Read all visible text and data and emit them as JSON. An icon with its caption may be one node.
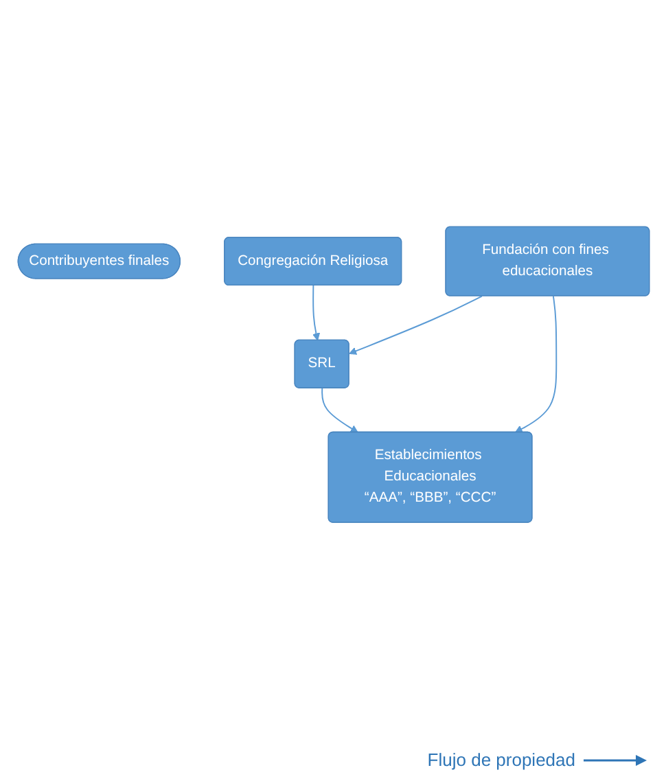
{
  "diagram": {
    "nodes": [
      {
        "text": [
          "Contribuyentes finales"
        ]
      },
      {
        "text": [
          "Congregación Religiosa"
        ]
      },
      {
        "text": [
          "Fundación con fines educacionales"
        ]
      },
      {
        "text": [
          "SRL"
        ]
      },
      {
        "text": [
          "Establecimientos Educacionales",
          "“AAA”, “BBB”, “CCC”"
        ]
      }
    ],
    "edges": [
      {
        "from": 1,
        "to": 3,
        "arrow": "to"
      },
      {
        "from": 2,
        "to": 3,
        "arrow": "to"
      },
      {
        "from": 2,
        "to": 4,
        "arrow": "to"
      },
      {
        "from": 3,
        "to": 4,
        "arrow": "to"
      }
    ],
    "legend": [
      {
        "text": "Flujo de propiedad"
      }
    ]
  }
}
